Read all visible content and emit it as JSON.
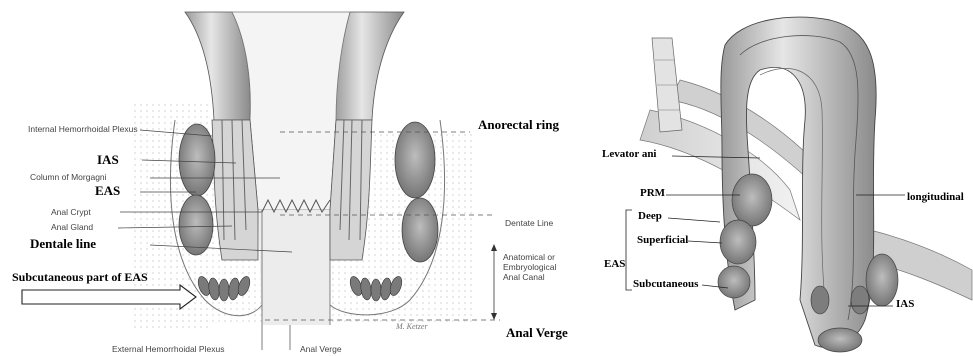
{
  "left_panel": {
    "labels": {
      "internal_hemorrhoidal_plexus": "Internal Hemorrhoidal Plexus",
      "ias": "IAS",
      "column_of_morgagni": "Column of Morgagni",
      "eas": "EAS",
      "anal_crypt": "Anal Crypt",
      "anal_gland": "Anal Gland",
      "dentale_line": "Dentale line",
      "subcutaneous_part_of_eas": "Subcutaneous part of EAS",
      "external_hemorrhoidal_plexus": "External Hemorrhoidal Plexus",
      "anal_verge_small": "Anal Verge",
      "anorectal_ring": "Anorectal ring",
      "dentate_line_small": "Dentate Line",
      "anatomical_canal": "Anatomical or Embryological Anal Canal",
      "anal_verge": "Anal Verge",
      "artist_signature": "M. Ketzer"
    }
  },
  "right_panel": {
    "labels": {
      "levator_ani": "Levator ani",
      "prm": "PRM",
      "deep": "Deep",
      "eas": "EAS",
      "superficial": "Superficial",
      "subcutaneous": "Subcutaneous",
      "longitudinal": "longitudinal",
      "ias": "IAS"
    }
  }
}
